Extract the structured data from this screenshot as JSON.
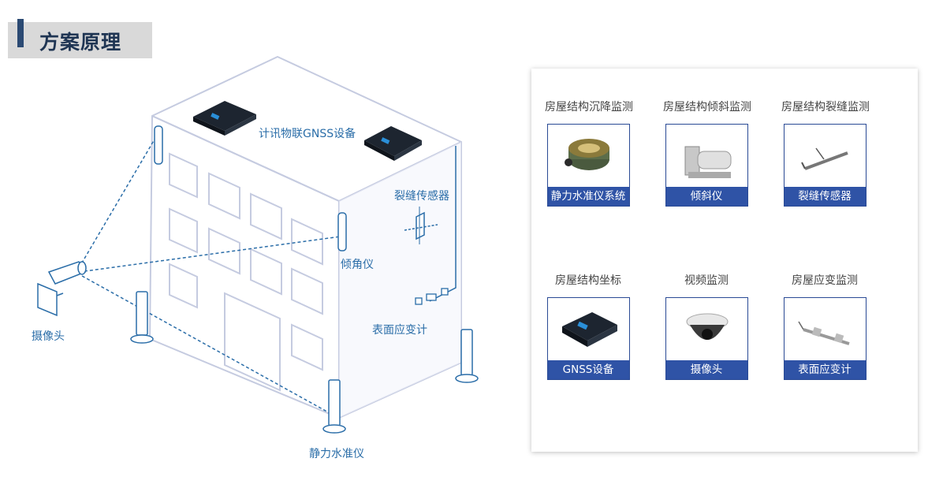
{
  "header": {
    "title": "方案原理"
  },
  "diagram": {
    "labels": {
      "gnss": "计讯物联GNSS设备",
      "crack": "裂缝传感器",
      "tilt": "倾角仪",
      "strain": "表面应变计",
      "camera": "摄像头",
      "level": "静力水准仪"
    }
  },
  "panel": {
    "cells": [
      {
        "title": "房屋结构沉降监测",
        "label": "静力水准仪系统",
        "icon": "static-level-sensor-icon"
      },
      {
        "title": "房屋结构倾斜监测",
        "label": "倾斜仪",
        "icon": "inclinometer-icon"
      },
      {
        "title": "房屋结构裂缝监测",
        "label": "裂缝传感器",
        "icon": "crack-sensor-icon"
      },
      {
        "title": "房屋结构坐标",
        "label": "GNSS设备",
        "icon": "gnss-device-icon"
      },
      {
        "title": "视频监测",
        "label": "摄像头",
        "icon": "dome-camera-icon"
      },
      {
        "title": "房屋应变监测",
        "label": "表面应变计",
        "icon": "strain-gauge-icon"
      }
    ]
  },
  "colors": {
    "accent": "#2b4a73",
    "label_blue": "#2a6da8",
    "card_blue": "#2f53a6",
    "line": "#c5cbe0"
  }
}
